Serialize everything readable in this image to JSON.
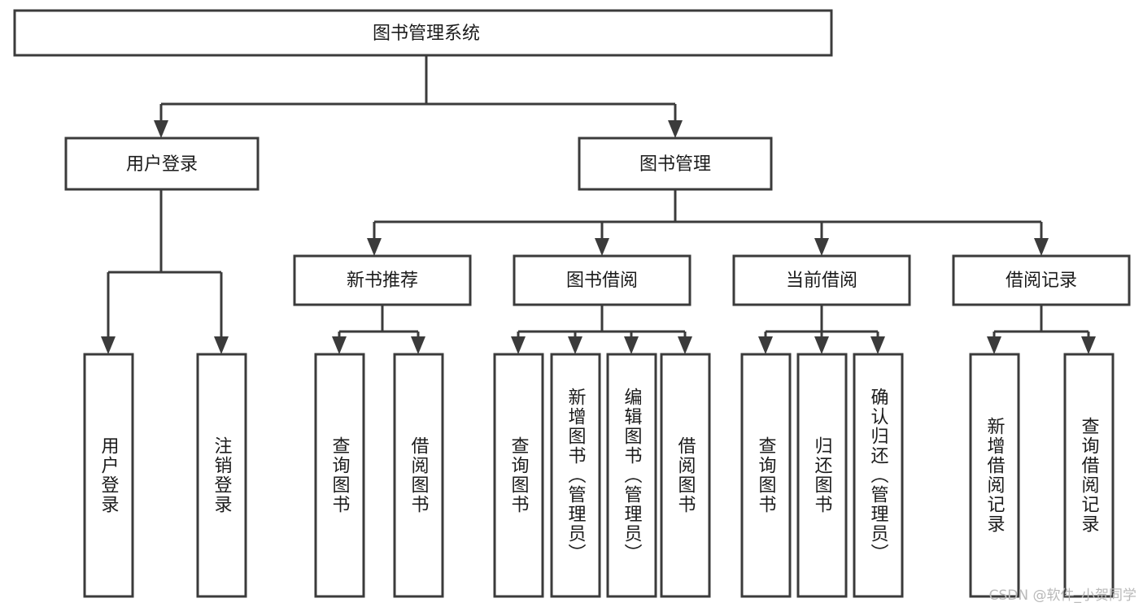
{
  "diagram": {
    "kind": "tree-hierarchy-functional-decomposition",
    "root": {
      "id": "root",
      "label": "图书管理系统",
      "level": 0
    },
    "level2": [
      {
        "id": "user-login",
        "label": "用户登录"
      },
      {
        "id": "book-management",
        "label": "图书管理"
      }
    ],
    "level3": [
      {
        "id": "new-book-recommend",
        "label": "新书推荐",
        "parent": "book-management"
      },
      {
        "id": "book-borrow",
        "label": "图书借阅",
        "parent": "book-management"
      },
      {
        "id": "current-borrow",
        "label": "当前借阅",
        "parent": "book-management"
      },
      {
        "id": "borrow-record",
        "label": "借阅记录",
        "parent": "book-management"
      }
    ],
    "leaves": [
      {
        "id": "leaf-user-login",
        "label": "用户登录",
        "parent": "user-login"
      },
      {
        "id": "leaf-user-logout",
        "label": "注销登录",
        "parent": "user-login"
      },
      {
        "id": "leaf-query-book-1",
        "label": "查询图书",
        "parent": "new-book-recommend"
      },
      {
        "id": "leaf-borrow-book-1",
        "label": "借阅图书",
        "parent": "new-book-recommend"
      },
      {
        "id": "leaf-query-book-2",
        "label": "查询图书",
        "parent": "book-borrow"
      },
      {
        "id": "leaf-add-book",
        "label": "新增图书（管理员）",
        "parent": "book-borrow"
      },
      {
        "id": "leaf-edit-book",
        "label": "编辑图书（管理员）",
        "parent": "book-borrow"
      },
      {
        "id": "leaf-borrow-book-2",
        "label": "借阅图书",
        "parent": "book-borrow"
      },
      {
        "id": "leaf-query-book-3",
        "label": "查询图书",
        "parent": "current-borrow"
      },
      {
        "id": "leaf-return-book",
        "label": "归还图书",
        "parent": "current-borrow"
      },
      {
        "id": "leaf-confirm-return",
        "label": "确认归还（管理员）",
        "parent": "current-borrow"
      },
      {
        "id": "leaf-add-record",
        "label": "新增借阅记录",
        "parent": "borrow-record"
      },
      {
        "id": "leaf-query-record",
        "label": "查询借阅记录",
        "parent": "borrow-record"
      }
    ],
    "colors": {
      "stroke": "#3b3b3b",
      "fill": "#ffffff",
      "text": "#1b1b1b",
      "watermark": "#b9b9b9",
      "background": "#ffffff"
    }
  },
  "watermark": {
    "text": "CSDN @软件_小贺同学"
  }
}
